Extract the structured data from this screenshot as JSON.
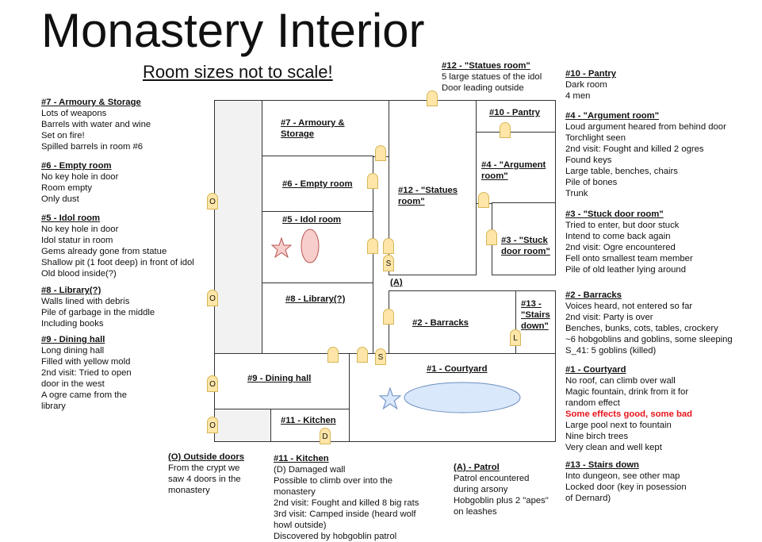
{
  "title": "Monastery Interior",
  "subtitle": "Room sizes not to scale!",
  "map": {
    "rooms": {
      "armoury": "#7 - Armoury & Storage",
      "empty": "#6 - Empty room",
      "idol": "#5 - Idol room",
      "library": "#8 - Library(?)",
      "dining": "#9 - Dining hall",
      "kitchen": "#11 - Kitchen",
      "statues": "#12 - \"Statues room\"",
      "pantry": "#10 - Pantry",
      "argument": "#4 - \"Argument room\"",
      "stuck": "#3 - \"Stuck door room\"",
      "barracks": "#2 - Barracks",
      "stairs": "#13 - \"Stairs down\"",
      "courtyard": "#1 - Courtyard"
    },
    "patrol_marker": "(A)",
    "door_marks": {
      "outside": "O",
      "damaged": "D",
      "locked": "L",
      "stuck": "S"
    }
  },
  "notes": {
    "armoury": {
      "title": "#7 - Armoury & Storage",
      "lines": [
        "Lots of weapons",
        "Barrels with water and wine",
        "Set on fire!",
        "Spilled barrels in room #6"
      ]
    },
    "empty": {
      "title": "#6 - Empty room",
      "lines": [
        "No key hole in door",
        "Room empty",
        "Only dust"
      ]
    },
    "idol": {
      "title": "#5 - Idol room",
      "lines": [
        "No key hole in door",
        "Idol statur in room",
        "Gems already gone from statue",
        "Shallow pit (1 foot deep) in front of idol",
        "Old blood inside(?)"
      ]
    },
    "library": {
      "title": "#8 - Library(?)",
      "lines": [
        "Walls lined with debris",
        "Pile of garbage in the middle",
        "Including books"
      ]
    },
    "dining": {
      "title": "#9 - Dining hall",
      "lines": [
        "Long dining hall",
        "Filled with yellow mold",
        "2nd visit: Tried to open",
        "door in the west",
        "A ogre came from the",
        "library"
      ]
    },
    "outside": {
      "title": "(O) Outside doors",
      "lines": [
        "From the crypt we",
        "saw 4 doors in the",
        "monastery"
      ]
    },
    "kitchen": {
      "title": "#11 - Kitchen",
      "lines": [
        "(D) Damaged wall",
        "Possible to climb over into the",
        "monastery",
        "2nd visit: Fought and killed 8 big rats",
        "3rd visit: Camped inside (heard wolf",
        "howl outside)",
        "Discovered by hobgoblin patrol"
      ]
    },
    "patrol": {
      "title": "(A) - Patrol",
      "lines": [
        "Patrol encountered",
        "during arsony",
        "Hobgoblin plus 2 \"apes\"",
        "on leashes"
      ]
    },
    "statues": {
      "title": "#12 - \"Statues room\"",
      "lines": [
        "5 large statues of the idol",
        "Door leading outside"
      ]
    },
    "pantry": {
      "title": "#10 - Pantry",
      "lines": [
        "Dark room",
        "4 men"
      ]
    },
    "argument": {
      "title": "#4 - \"Argument room\"",
      "lines": [
        "Loud argument heared from behind door",
        "Torchlight seen",
        "2nd visit: Fought and killed 2 ogres",
        "Found keys",
        "Large table, benches, chairs",
        "Pile of bones",
        "Trunk"
      ]
    },
    "stuck": {
      "title": "#3 - \"Stuck door room\"",
      "lines": [
        "Tried to enter, but door stuck",
        "Intend to come back again",
        "2nd visit: Ogre encountered",
        "Fell onto smallest team member",
        "Pile of old leather lying around"
      ]
    },
    "barracks": {
      "title": "#2 - Barracks",
      "lines": [
        "Voices heard, not entered so far",
        "2nd visit: Party is over",
        "Benches, bunks, cots, tables, crockery",
        "~6 hobgoblins and goblins, some sleeping",
        "S_41: 5 goblins (killed)"
      ]
    },
    "courtyard": {
      "title": "#1 - Courtyard",
      "lines": [
        "No roof, can climb over wall",
        "Magic fountain, drink from it for",
        "random effect"
      ],
      "red": "Some effects good, some bad",
      "lines2": [
        "Large pool next to fountain",
        "Nine birch trees",
        "Very clean and well kept"
      ]
    },
    "stairs": {
      "title": "#13 - Stairs down",
      "lines": [
        "Into dungeon, see other map",
        "Locked door (key in posession",
        "of Dernard)"
      ]
    }
  },
  "colors": {
    "door_fill": "#ffe6a8",
    "door_stroke": "#d6b656",
    "pool_fill": "#dae8fc",
    "pool_stroke": "#6c8ebf",
    "idol_fill": "#f8cecc",
    "idol_stroke": "#b85450",
    "red_text": "#e8141b"
  }
}
